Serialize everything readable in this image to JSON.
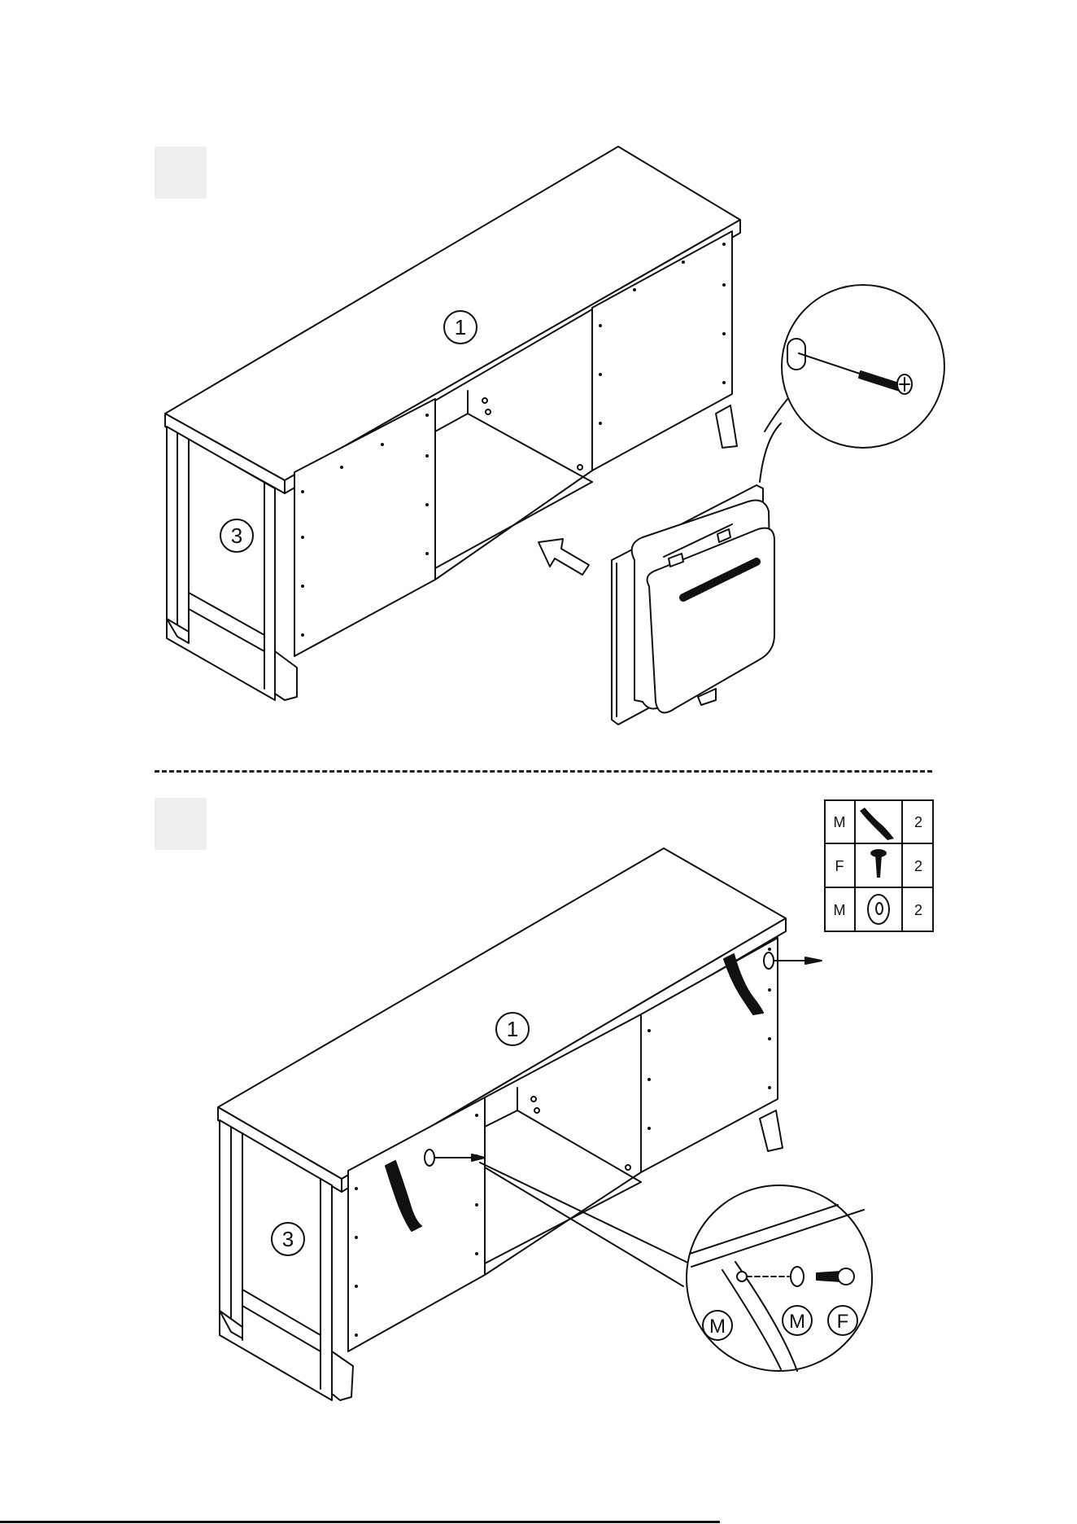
{
  "step1": {
    "top_number": "1",
    "side_number": "3"
  },
  "step2": {
    "top_number": "1",
    "side_number": "3",
    "callout_labels": [
      "M",
      "M",
      "F"
    ]
  },
  "parts": [
    {
      "code": "M",
      "icon": "strap-icon",
      "qty": "2"
    },
    {
      "code": "F",
      "icon": "screw-icon",
      "qty": "2"
    },
    {
      "code": "M",
      "icon": "washer-icon",
      "qty": "2"
    }
  ]
}
